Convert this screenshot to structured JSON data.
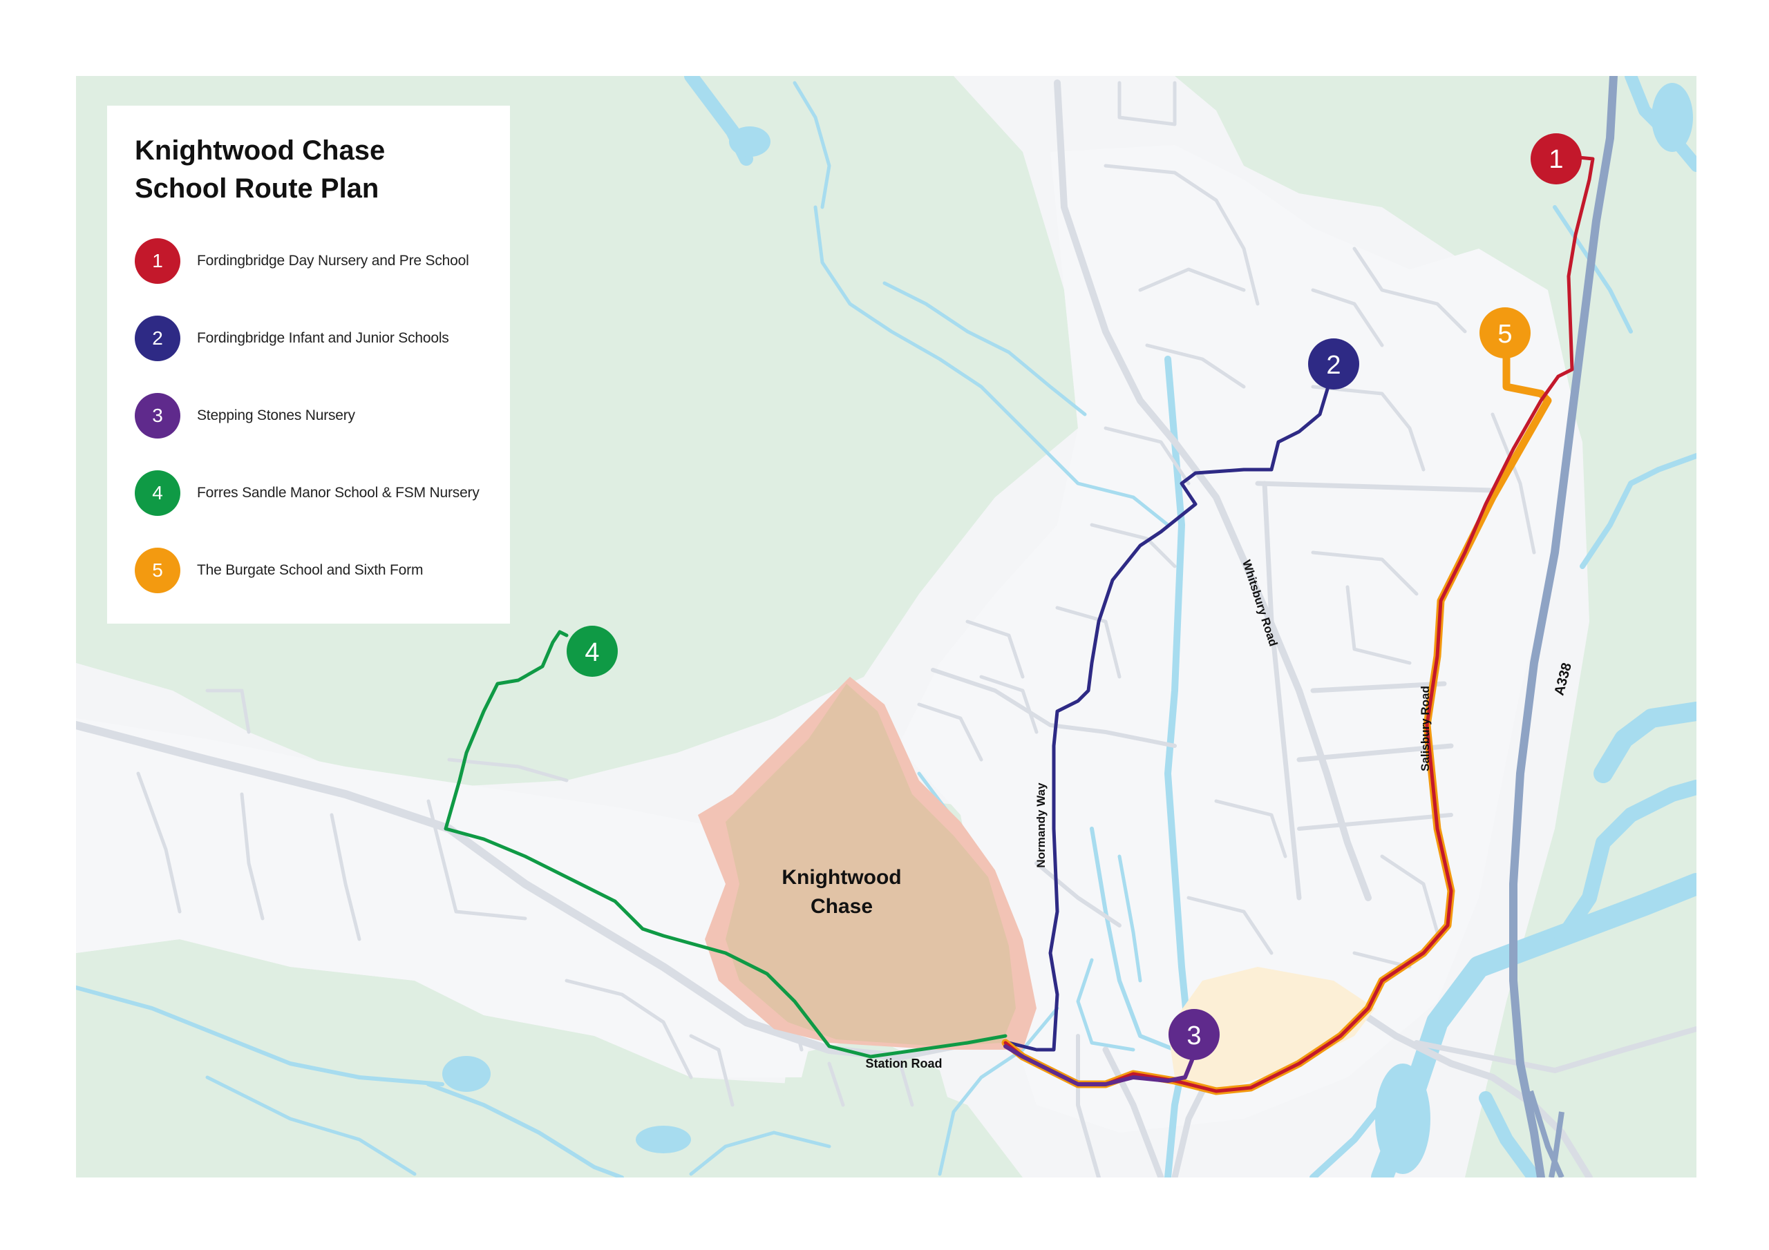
{
  "legend": {
    "title_line1": "Knightwood Chase",
    "title_line2": "School Route Plan",
    "items": [
      {
        "number": "1",
        "label": "Fordingbridge Day Nursery and Pre School",
        "color": "#c3182b"
      },
      {
        "number": "2",
        "label": "Fordingbridge Infant and Junior Schools",
        "color": "#2e2a85"
      },
      {
        "number": "3",
        "label": "Stepping Stones Nursery",
        "color": "#5f2a8c"
      },
      {
        "number": "4",
        "label": "Forres Sandle Manor School & FSM Nursery",
        "color": "#0f9a45"
      },
      {
        "number": "5",
        "label": "The Burgate School and Sixth Form",
        "color": "#f39a10"
      }
    ]
  },
  "map": {
    "site_label_line1": "Knightwood",
    "site_label_line2": "Chase",
    "roads": {
      "station_road": "Station Road",
      "normandy_way": "Normandy Way",
      "whitsbury_road": "Whitsbury Road",
      "salisbury_road": "Salisbury Road",
      "a338": "A338"
    },
    "markers": [
      {
        "number": "1",
        "color": "#c3182b"
      },
      {
        "number": "2",
        "color": "#2e2a85"
      },
      {
        "number": "3",
        "color": "#5f2a8c"
      },
      {
        "number": "4",
        "color": "#0f9a45"
      },
      {
        "number": "5",
        "color": "#f39a10"
      }
    ],
    "colors": {
      "land": "#f4f5f7",
      "green": "#dfeee2",
      "water": "#a7dcef",
      "road": "#d9dde4",
      "major_road": "#8ea3c4",
      "site_fill": "#e1c3a6",
      "site_buffer": "#f2c3b5",
      "town_centre": "#fcefd6"
    }
  }
}
